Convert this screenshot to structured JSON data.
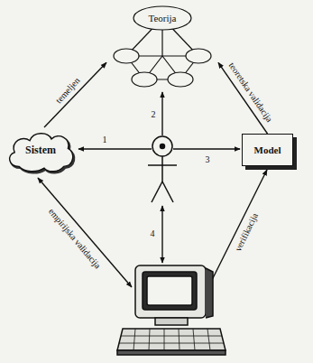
{
  "diagram": {
    "nodes": [
      {
        "text": [
          "Teorija"
        ]
      },
      {
        "text": [
          "Sistem"
        ]
      },
      {
        "text": [
          "Model"
        ]
      }
    ],
    "edges": [
      {
        "from": 1,
        "to": 0,
        "arrow": "to",
        "label": "temeljen"
      },
      {
        "from": 2,
        "to": 0,
        "arrow": "to",
        "label": "teoretska validacija"
      }
    ],
    "labels": [
      "1",
      "2",
      "3",
      "4",
      "empirijska validacija",
      "verifikacija"
    ]
  }
}
